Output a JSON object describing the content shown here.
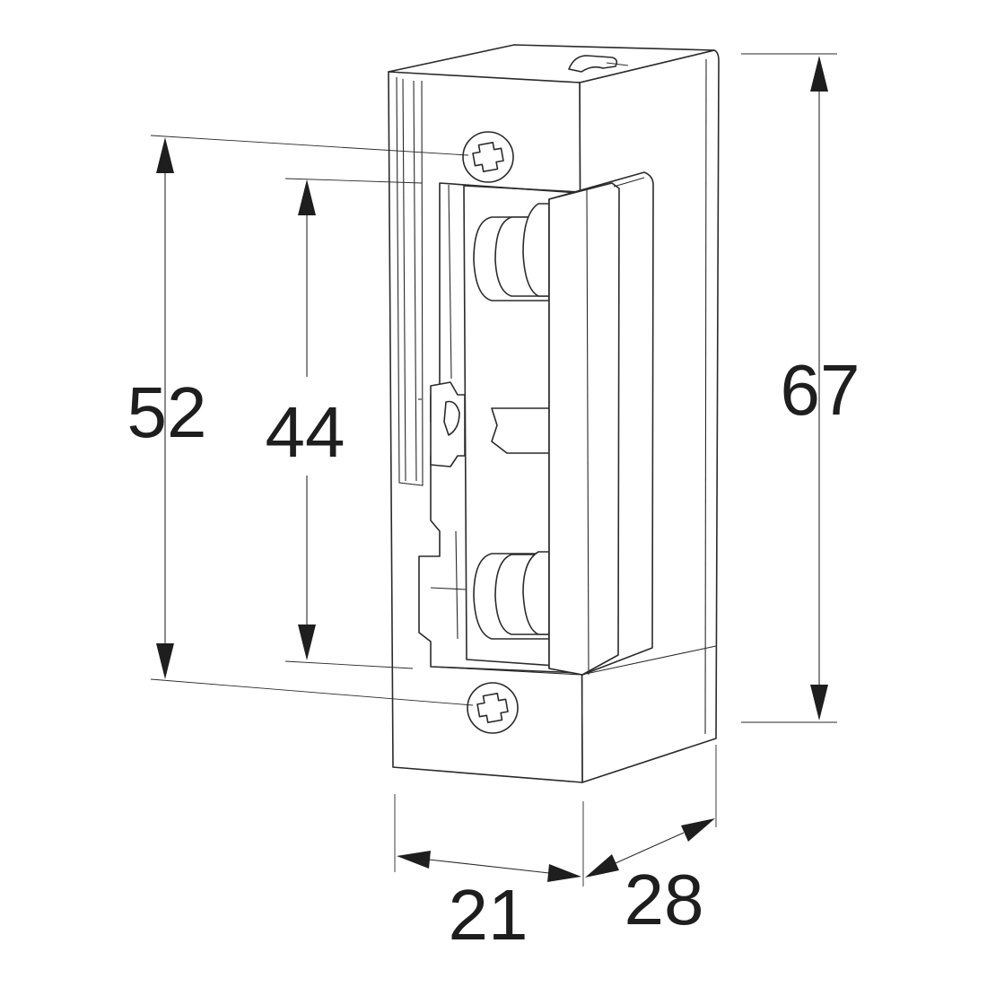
{
  "dimensions": {
    "total_height": "67",
    "screw_spacing": "52",
    "inner_height": "44",
    "width": "21",
    "depth": "28"
  },
  "colors": {
    "line": "#2a2a2a",
    "text": "#1e1e1e",
    "background": "#ffffff"
  }
}
